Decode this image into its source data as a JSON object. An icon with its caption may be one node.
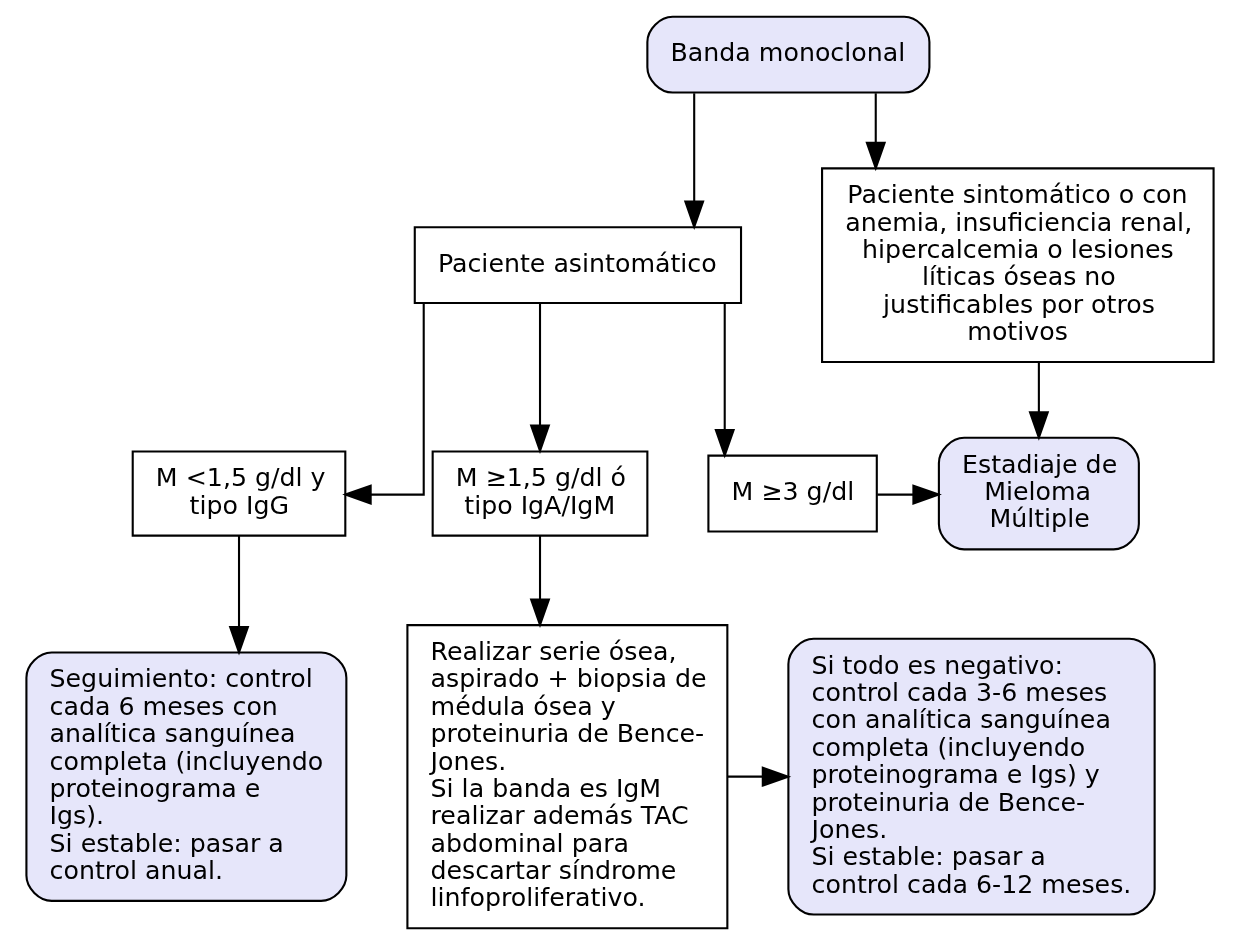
{
  "diagram": {
    "nodes": [
      {
        "text": [
          "Banda monoclonal"
        ]
      },
      {
        "text": [
          "Paciente asintomático"
        ]
      },
      {
        "text": [
          "Paciente sintomático o con anemia, insuficiencia renal, hipercalcemia o lesiones líticas óseas no justificables por otros motivos"
        ]
      },
      {
        "text": [
          "M <1,5 g/dl y tipo IgG"
        ]
      },
      {
        "text": [
          "M ≥1,5 g/dl ó tipo IgA/IgM"
        ]
      },
      {
        "text": [
          "M ≥3 g/dl"
        ]
      },
      {
        "text": [
          "Estadiaje de Mieloma Múltiple"
        ]
      },
      {
        "text": [
          "Seguimiento: control cada 6 meses con analítica sanguínea completa (incluyendo proteinograma e Igs).",
          "Si estable: pasar a control anual."
        ]
      },
      {
        "text": [
          "Realizar serie ósea, aspirado + biopsia de médula ósea y proteinuria de Bence-Jones.",
          "Si la banda es IgM realizar además TAC abdominal para descartar síndrome linfoproliferativo."
        ]
      },
      {
        "text": [
          "Si todo es negativo: control cada 3-6 meses con analítica sanguínea completa (incluyendo proteinograma e Igs) y proteinuria de Bence-Jones.",
          "Si estable: pasar a control cada 6-12 meses."
        ]
      }
    ],
    "edges": [
      {
        "from": 0,
        "to": 1,
        "arrow": "to"
      },
      {
        "from": 0,
        "to": 2,
        "arrow": "to"
      },
      {
        "from": 1,
        "to": 3,
        "arrow": "to"
      },
      {
        "from": 1,
        "to": 4,
        "arrow": "to"
      },
      {
        "from": 1,
        "to": 5,
        "arrow": "to"
      },
      {
        "from": 2,
        "to": 6,
        "arrow": "to"
      },
      {
        "from": 5,
        "to": 6,
        "arrow": "to"
      },
      {
        "from": 3,
        "to": 7,
        "arrow": "to"
      },
      {
        "from": 4,
        "to": 8,
        "arrow": "to"
      },
      {
        "from": 8,
        "to": 9,
        "arrow": "to"
      }
    ]
  }
}
